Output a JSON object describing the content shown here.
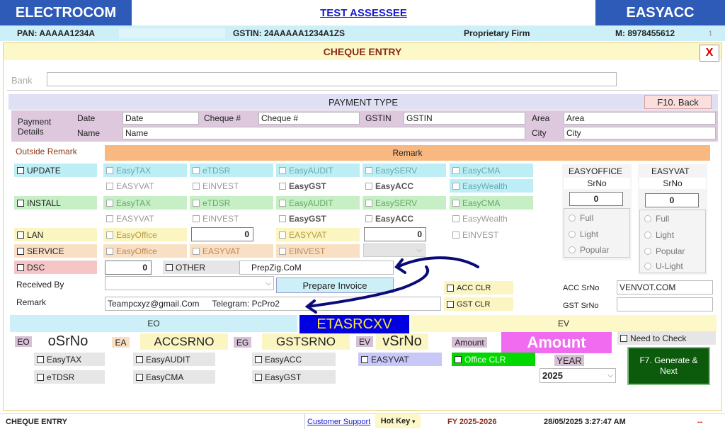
{
  "header": {
    "left_brand": "ELECTROCOM",
    "assessee": "TEST ASSESSEE",
    "right_brand": "EASYACC",
    "pan": "PAN: AAAAA1234A",
    "gstin": "GSTIN: 24AAAAA1234A1ZS",
    "firm_type": "Proprietary Firm",
    "mobile": "M: 8978455612",
    "page_no": "1"
  },
  "title": "CHEQUE ENTRY",
  "close_label": "X",
  "bank": {
    "label": "Bank",
    "value": ""
  },
  "payment_type": {
    "label": "PAYMENT TYPE",
    "back_label": "F10. Back"
  },
  "payment_details": {
    "label": "Payment Details",
    "date_label": "Date",
    "date_value": "Date",
    "cheque_label": "Cheque #",
    "cheque_value": "Cheque #",
    "gstin_label": "GSTIN",
    "gstin_value": "GSTIN",
    "area_label": "Area",
    "area_value": "Area",
    "name_label": "Name",
    "name_value": "Name",
    "city_label": "City",
    "city_value": "City"
  },
  "outside_remark": "Outside Remark",
  "remark_header": "Remark",
  "rows": {
    "update": "UPDATE",
    "install": "INSTALL",
    "lan": "LAN",
    "service": "SERVICE",
    "dsc": "DSC"
  },
  "products": {
    "easytax": "EasyTAX",
    "etdsr": "eTDSR",
    "easyaudit": "EasyAUDIT",
    "easyserv": "EasySERV",
    "easycma": "EasyCMA",
    "easyvat": "EASYVAT",
    "einvest": "EINVEST",
    "easygst": "EasyGST",
    "easyacc": "EasyACC",
    "easywealth": "EasyWealth",
    "easyoffice": "EasyOffice",
    "easyvat_caps": "EASYVAT",
    "einvest_caps": "EINVEST"
  },
  "lan_values": {
    "a": "0",
    "b": "0"
  },
  "dsc_value": "0",
  "other_label": "OTHER",
  "other_value": "PrepZig.CoM",
  "received_by": {
    "label": "Received By",
    "value": ""
  },
  "prepare_invoice": "Prepare Invoice",
  "remark": {
    "label": "Remark",
    "email": "Teampcxyz@gmail.Com",
    "telegram": "Telegram: PcPro2"
  },
  "easyoffice_panel": {
    "title": "EASYOFFICE",
    "srno_label": "SrNo",
    "srno": "0",
    "opt1": "Full",
    "opt2": "Light",
    "opt3": "Popular"
  },
  "easyvat_panel": {
    "title": "EASYVAT",
    "srno_label": "SrNo",
    "srno": "0",
    "opt1": "Full",
    "opt2": "Light",
    "opt3": "Popular",
    "opt4": "U-Light"
  },
  "acc_clr": "ACC CLR",
  "gst_clr": "GST CLR",
  "acc_srno": {
    "label": "ACC SrNo",
    "value": "VENVOT.COM"
  },
  "gst_srno": {
    "label": "GST SrNo",
    "value": ""
  },
  "eo_label": "EO",
  "ev_label": "EV",
  "etasrcxv": "ETASRCXV",
  "bottom": {
    "eo_tag": "EO",
    "osrno": "oSrNo",
    "ea_tag": "EA",
    "accsrno": "ACCSRNO",
    "eg_tag": "EG",
    "gstsrno": "GSTSRNO",
    "ev_tag": "EV",
    "vsrno": "vSrNo",
    "amount_tag": "Amount",
    "amount_big": "Amount",
    "need_to_check": "Need to Check",
    "office_clr": "Office CLR",
    "year_label": "YEAR",
    "year_value": "2025",
    "generate": "F7. Generate & Next",
    "b_easytax": "EasyTAX",
    "b_etdsr": "eTDSR",
    "b_easyaudit": "EasyAUDIT",
    "b_easycma": "EasyCMA",
    "b_easyacc": "EasyACC",
    "b_easygst": "EasyGST",
    "b_easyvat": "EASYVAT"
  },
  "status": {
    "screen": "CHEQUE ENTRY",
    "support": "Customer Support",
    "hotkey": "Hot Key",
    "fy": "FY 2025-2026",
    "datetime": "28/05/2025 3:27:47 AM",
    "dashes": "--"
  }
}
